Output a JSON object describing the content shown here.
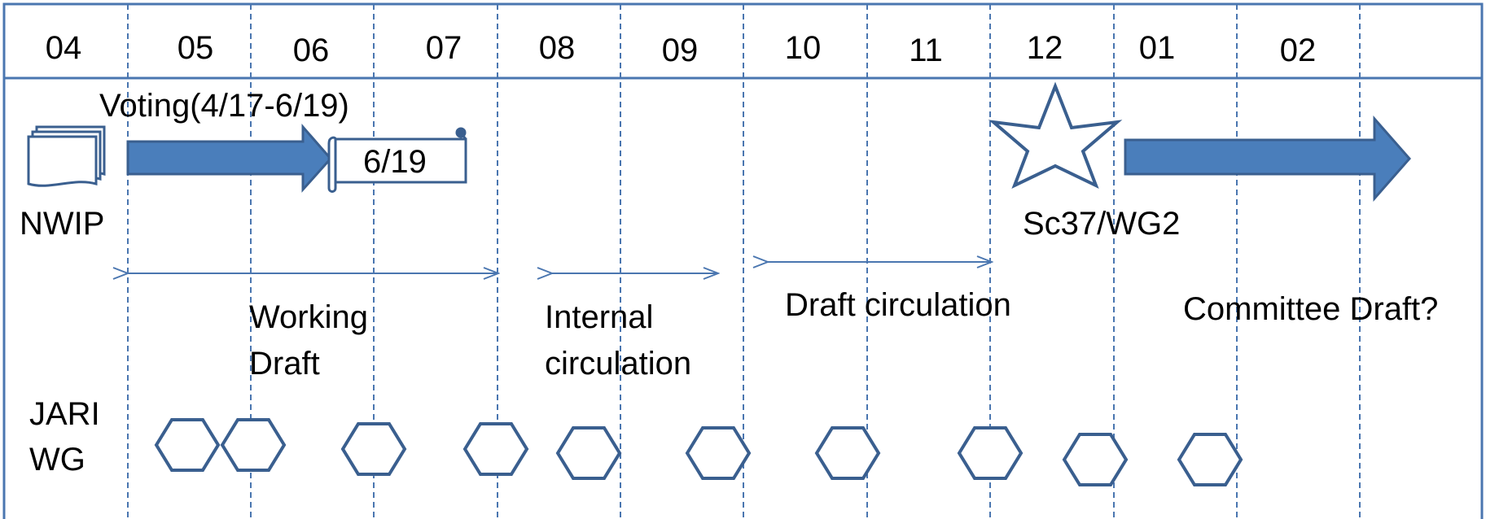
{
  "months": [
    "04",
    "05",
    "06",
    "07",
    "08",
    "09",
    "10",
    "11",
    "12",
    "01",
    "02",
    ""
  ],
  "nwip_label": "NWIP",
  "voting_label": "Voting(4/17-6/19)",
  "scroll_box_label": "6/19",
  "sc37_label": "Sc37/WG2",
  "working_draft_label": [
    "Working",
    "Draft"
  ],
  "internal_circulation_label": [
    "Internal",
    "circulation"
  ],
  "draft_circulation_label": "Draft circulation",
  "committee_draft_label": "Committee Draft?",
  "jari_wg_label": [
    "JARI",
    "WG"
  ],
  "meeting_count": 10,
  "colors": {
    "frame": "#4a76b0",
    "arrow_fill": "#4a7ebb",
    "arrow_stroke": "#3a5f8f",
    "hexagon": "#3a5f8f",
    "text": "#000000"
  }
}
